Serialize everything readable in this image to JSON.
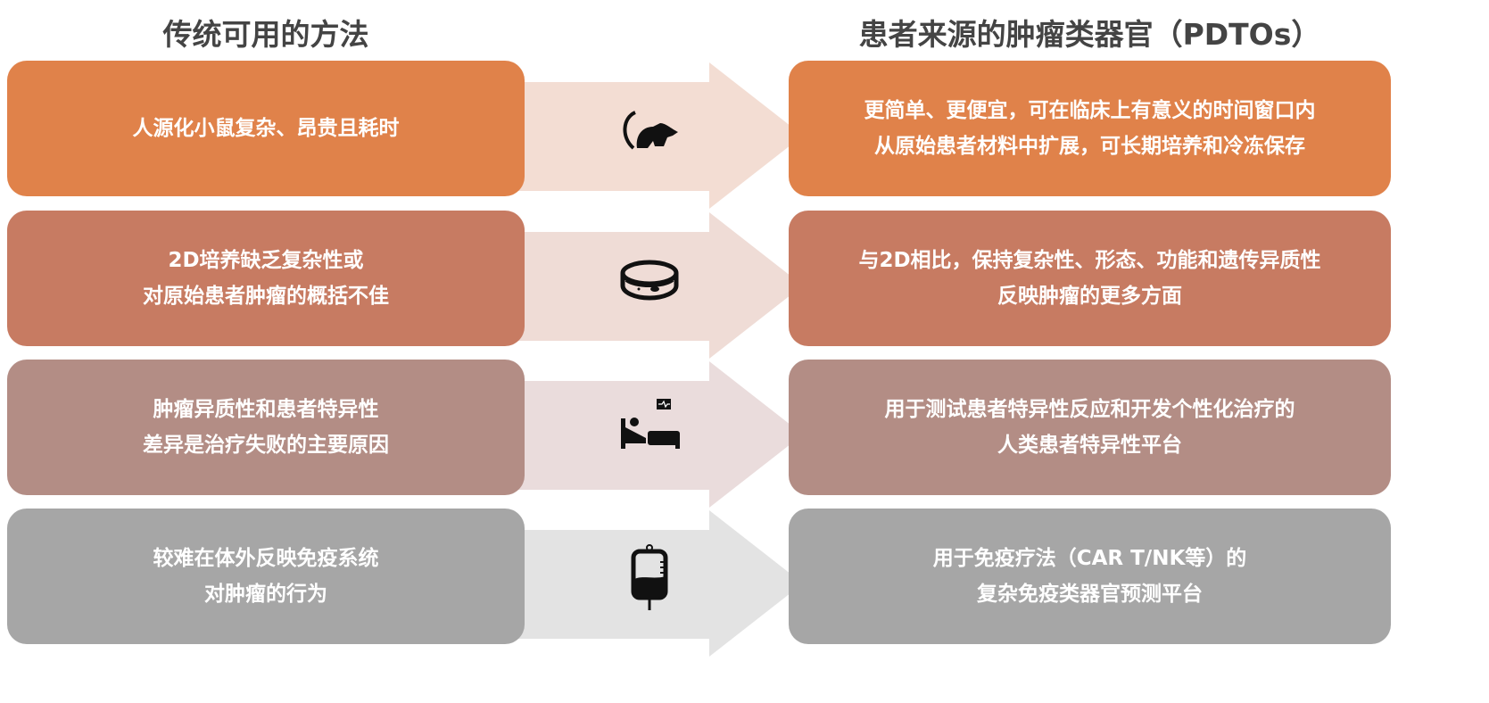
{
  "headers": {
    "left": "传统可用的方法",
    "right": "患者来源的肿瘤类器官（PDTOs）"
  },
  "rows": [
    {
      "icon": "mouse-icon",
      "color": "#e0824a",
      "arrow_color": "#f3ddd3",
      "left": [
        "人源化小鼠复杂、昂贵且耗时"
      ],
      "right": [
        "更简单、更便宜，可在临床上有意义的时间窗口内",
        "从原始患者材料中扩展，可长期培养和冷冻保存"
      ]
    },
    {
      "icon": "petri-dish-icon",
      "color": "#c77b62",
      "arrow_color": "#efdcd6",
      "left": [
        "2D培养缺乏复杂性或",
        "对原始患者肿瘤的概括不佳"
      ],
      "right": [
        "与2D相比，保持复杂性、形态、功能和遗传异质性",
        "反映肿瘤的更多方面"
      ]
    },
    {
      "icon": "hospital-bed-icon",
      "color": "#b38d85",
      "arrow_color": "#eadcdc",
      "left": [
        "肿瘤异质性和患者特异性",
        "差异是治疗失败的主要原因"
      ],
      "right": [
        "用于测试患者特异性反应和开发个性化治疗的",
        "人类患者特异性平台"
      ]
    },
    {
      "icon": "iv-bag-icon",
      "color": "#a6a6a6",
      "arrow_color": "#e3e3e3",
      "left": [
        "较难在体外反映免疫系统",
        "对肿瘤的行为"
      ],
      "right": [
        "用于免疫疗法（CAR T/NK等）的",
        "复杂免疫类器官预测平台"
      ]
    }
  ]
}
